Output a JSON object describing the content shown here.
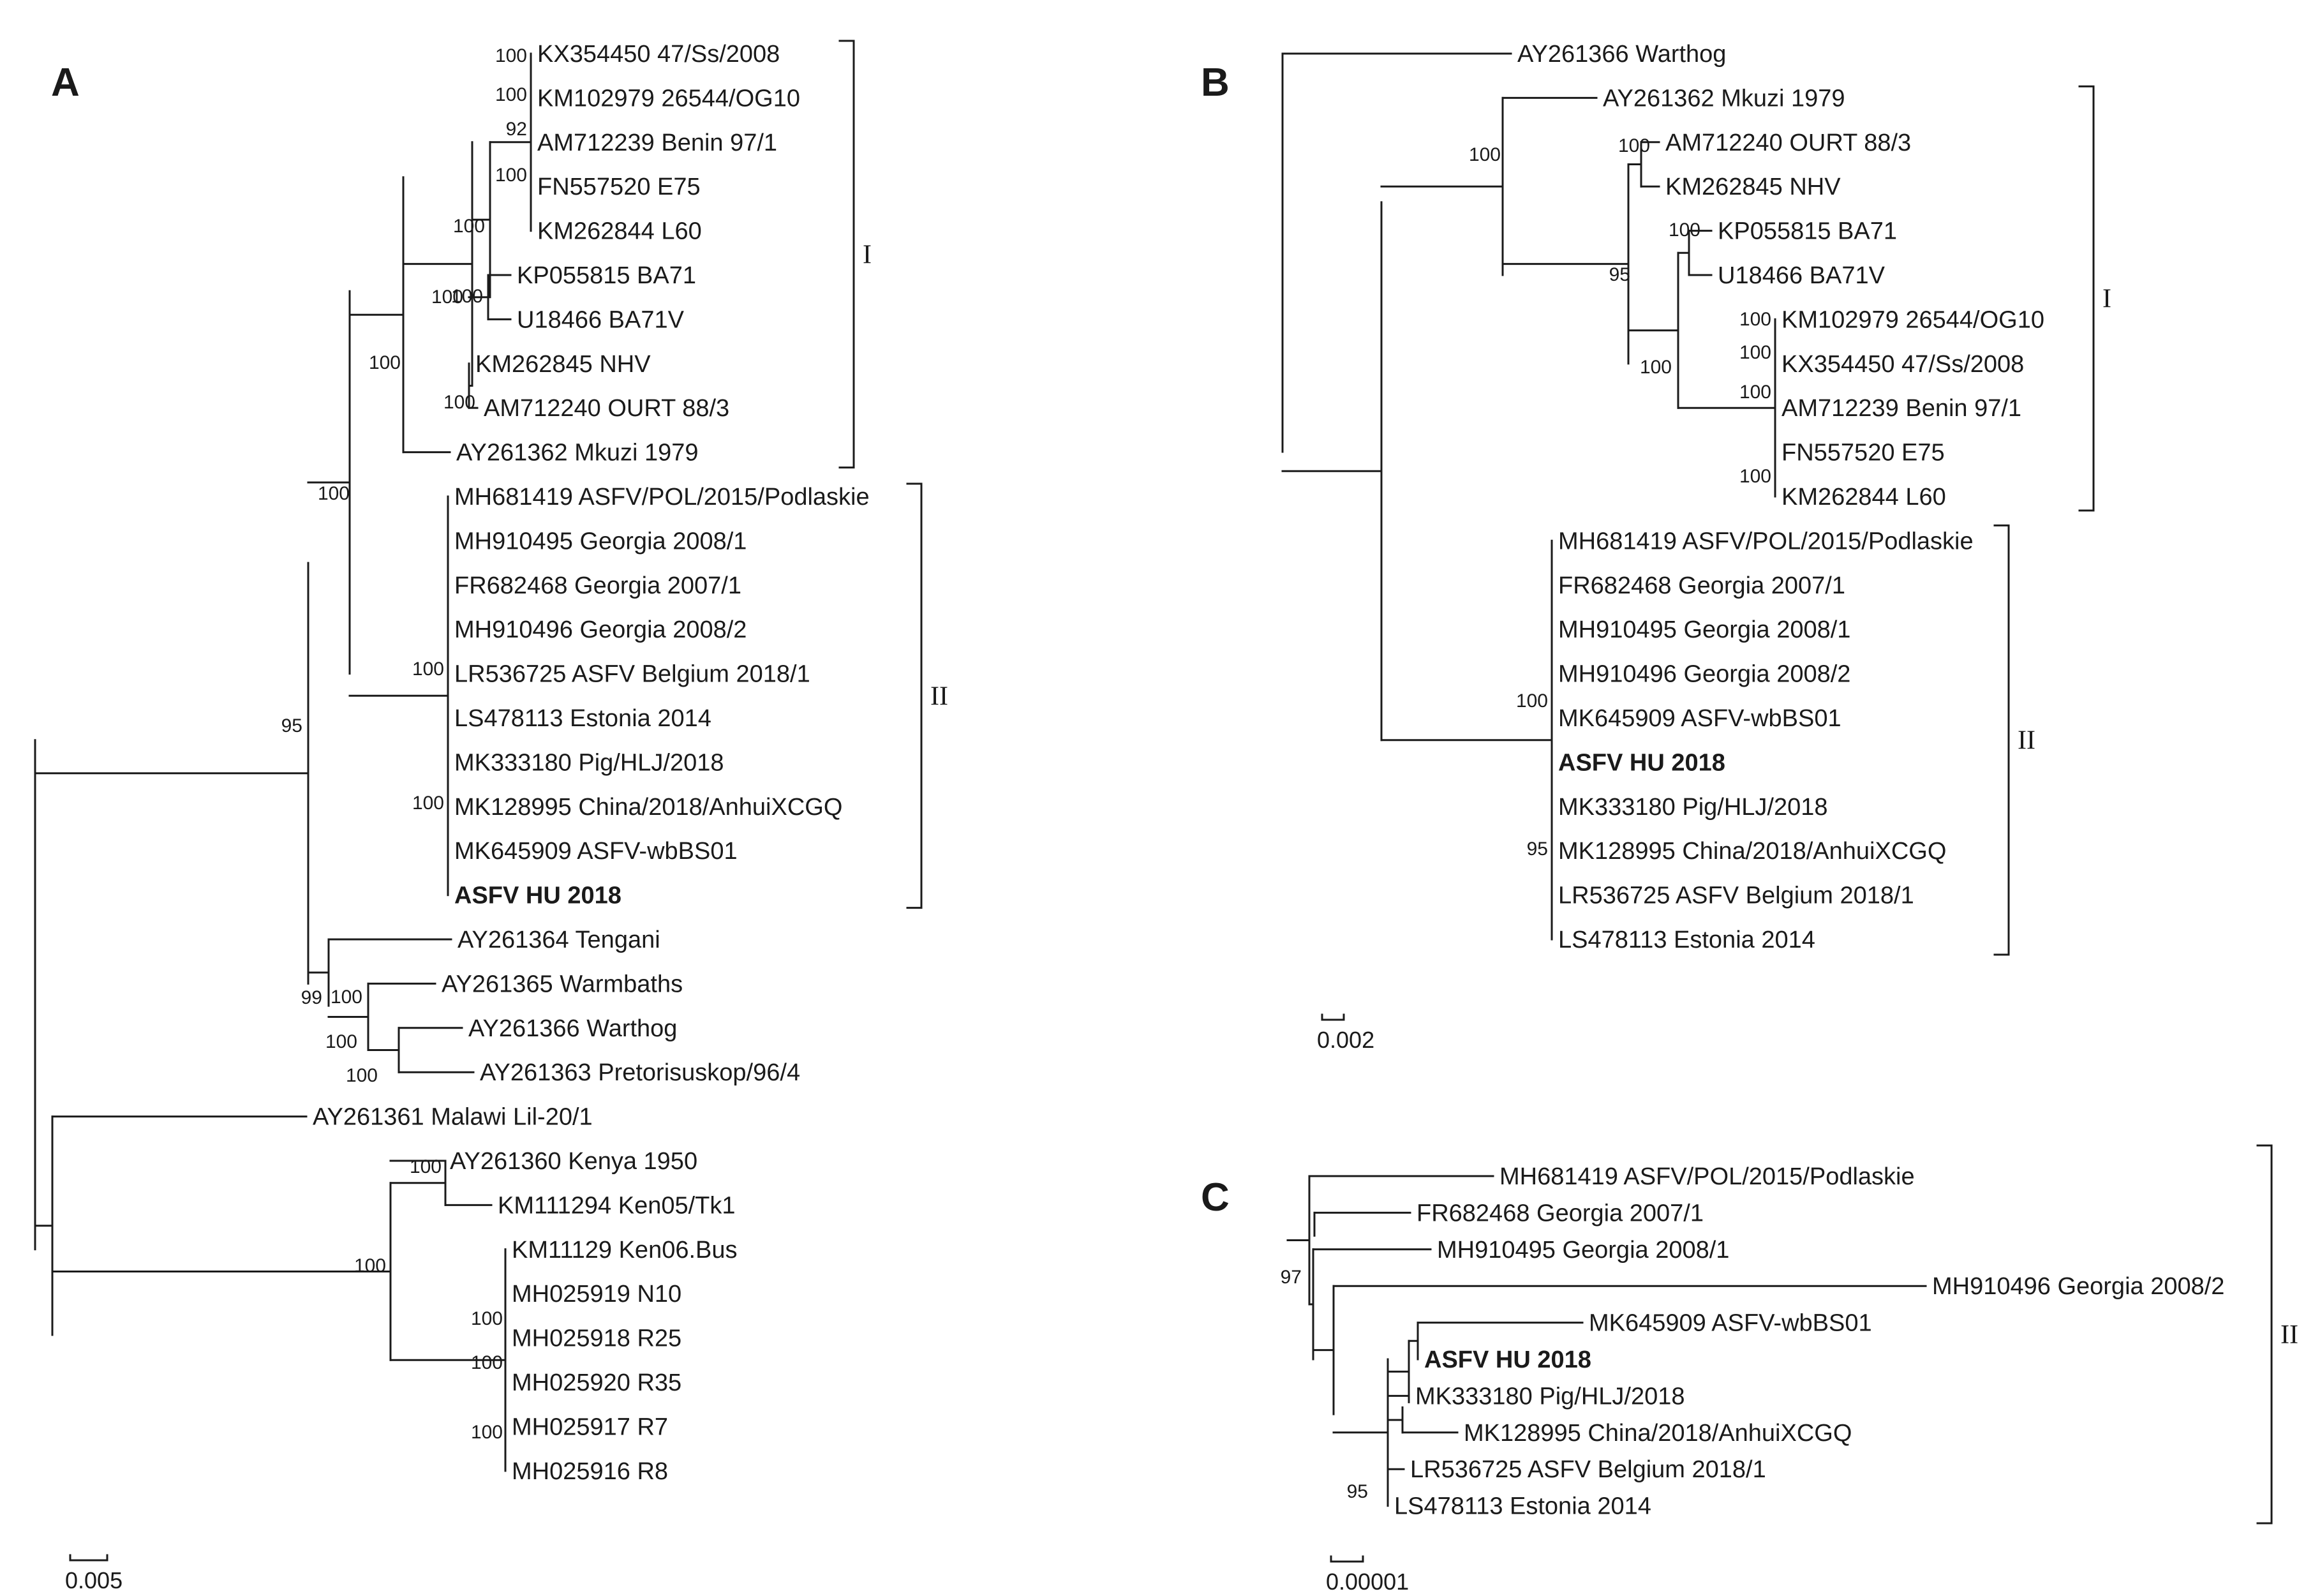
{
  "panels": [
    {
      "letter": "A",
      "scale_label": "0.005",
      "leaves": [
        "KX354450 47/Ss/2008",
        "KM102979 26544/OG10",
        "AM712239 Benin 97/1",
        "FN557520 E75",
        "KM262844 L60",
        "KP055815 BA71",
        "U18466 BA71V",
        "KM262845 NHV",
        "AM712240 OURT 88/3",
        "AY261362 Mkuzi 1979",
        "MH681419 ASFV/POL/2015/Podlaskie",
        "MH910495 Georgia 2008/1",
        "FR682468 Georgia 2007/1",
        "MH910496 Georgia 2008/2",
        "LR536725 ASFV Belgium  2018/1",
        "LS478113 Estonia  2014",
        "MK333180 Pig/HLJ/2018",
        "MK128995 China/2018/AnhuiXCGQ",
        "MK645909 ASFV-wbBS01",
        "ASFV HU 2018",
        "AY261364 Tengani",
        "AY261365 Warmbaths",
        "AY261366 Warthog",
        "AY261363 Pretorisuskop/96/4",
        "AY261361 Malawi Lil-20/1",
        "AY261360 Kenya 1950",
        "KM111294 Ken05/Tk1",
        "KM11129 Ken06.Bus",
        "MH025919 N10",
        "MH025918 R25",
        "MH025920 R35",
        "MH025917 R7",
        "MH025916 R8"
      ],
      "bootstrap": [
        "100",
        "100",
        "92",
        "100",
        "100",
        "100",
        "100",
        "100",
        "100",
        "100",
        "100",
        "100",
        "95",
        "100",
        "99",
        "100",
        "100",
        "100",
        "100",
        "100",
        "100",
        "100"
      ],
      "clades": [
        "I",
        "II"
      ]
    },
    {
      "letter": "B",
      "scale_label": "0.002",
      "leaves": [
        "AY261366 Warthog",
        "AY261362 Mkuzi 1979",
        "AM712240 OURT 88/3",
        "KM262845 NHV",
        "KP055815 BA71",
        "U18466 BA71V",
        "KM102979 26544/OG10",
        "KX354450 47/Ss/2008",
        "AM712239 Benin 97/1",
        "FN557520 E75",
        "KM262844 L60",
        "MH681419 ASFV/POL/2015/Podlaskie",
        "FR682468 Georgia 2007/1",
        "MH910495 Georgia 2008/1",
        "MH910496 Georgia 2008/2",
        "MK645909 ASFV-wbBS01",
        "ASFV HU 2018",
        "MK333180 Pig/HLJ/2018",
        "MK128995 China/2018/AnhuiXCGQ",
        "LR536725 ASFV Belgium  2018/1",
        "LS478113 Estonia  2014"
      ],
      "bootstrap": [
        "100",
        "100",
        "100",
        "100",
        "100",
        "100",
        "100",
        "95",
        "100",
        "100",
        "95"
      ],
      "clades": [
        "I",
        "II"
      ]
    },
    {
      "letter": "C",
      "scale_label": "0.00001",
      "leaves": [
        "MH681419 ASFV/POL/2015/Podlaskie",
        "FR682468 Georgia 2007/1",
        "MH910495 Georgia 2008/1",
        "MH910496 Georgia 2008/2",
        "MK645909 ASFV-wbBS01",
        "ASFV HU 2018",
        "MK333180 Pig/HLJ/2018",
        "MK128995 China/2018/AnhuiXCGQ",
        "LR536725 ASFV Belgium  2018/1",
        "LS478113 Estonia  2014"
      ],
      "bootstrap": [
        "97",
        "95"
      ],
      "clades": [
        "II"
      ]
    }
  ]
}
